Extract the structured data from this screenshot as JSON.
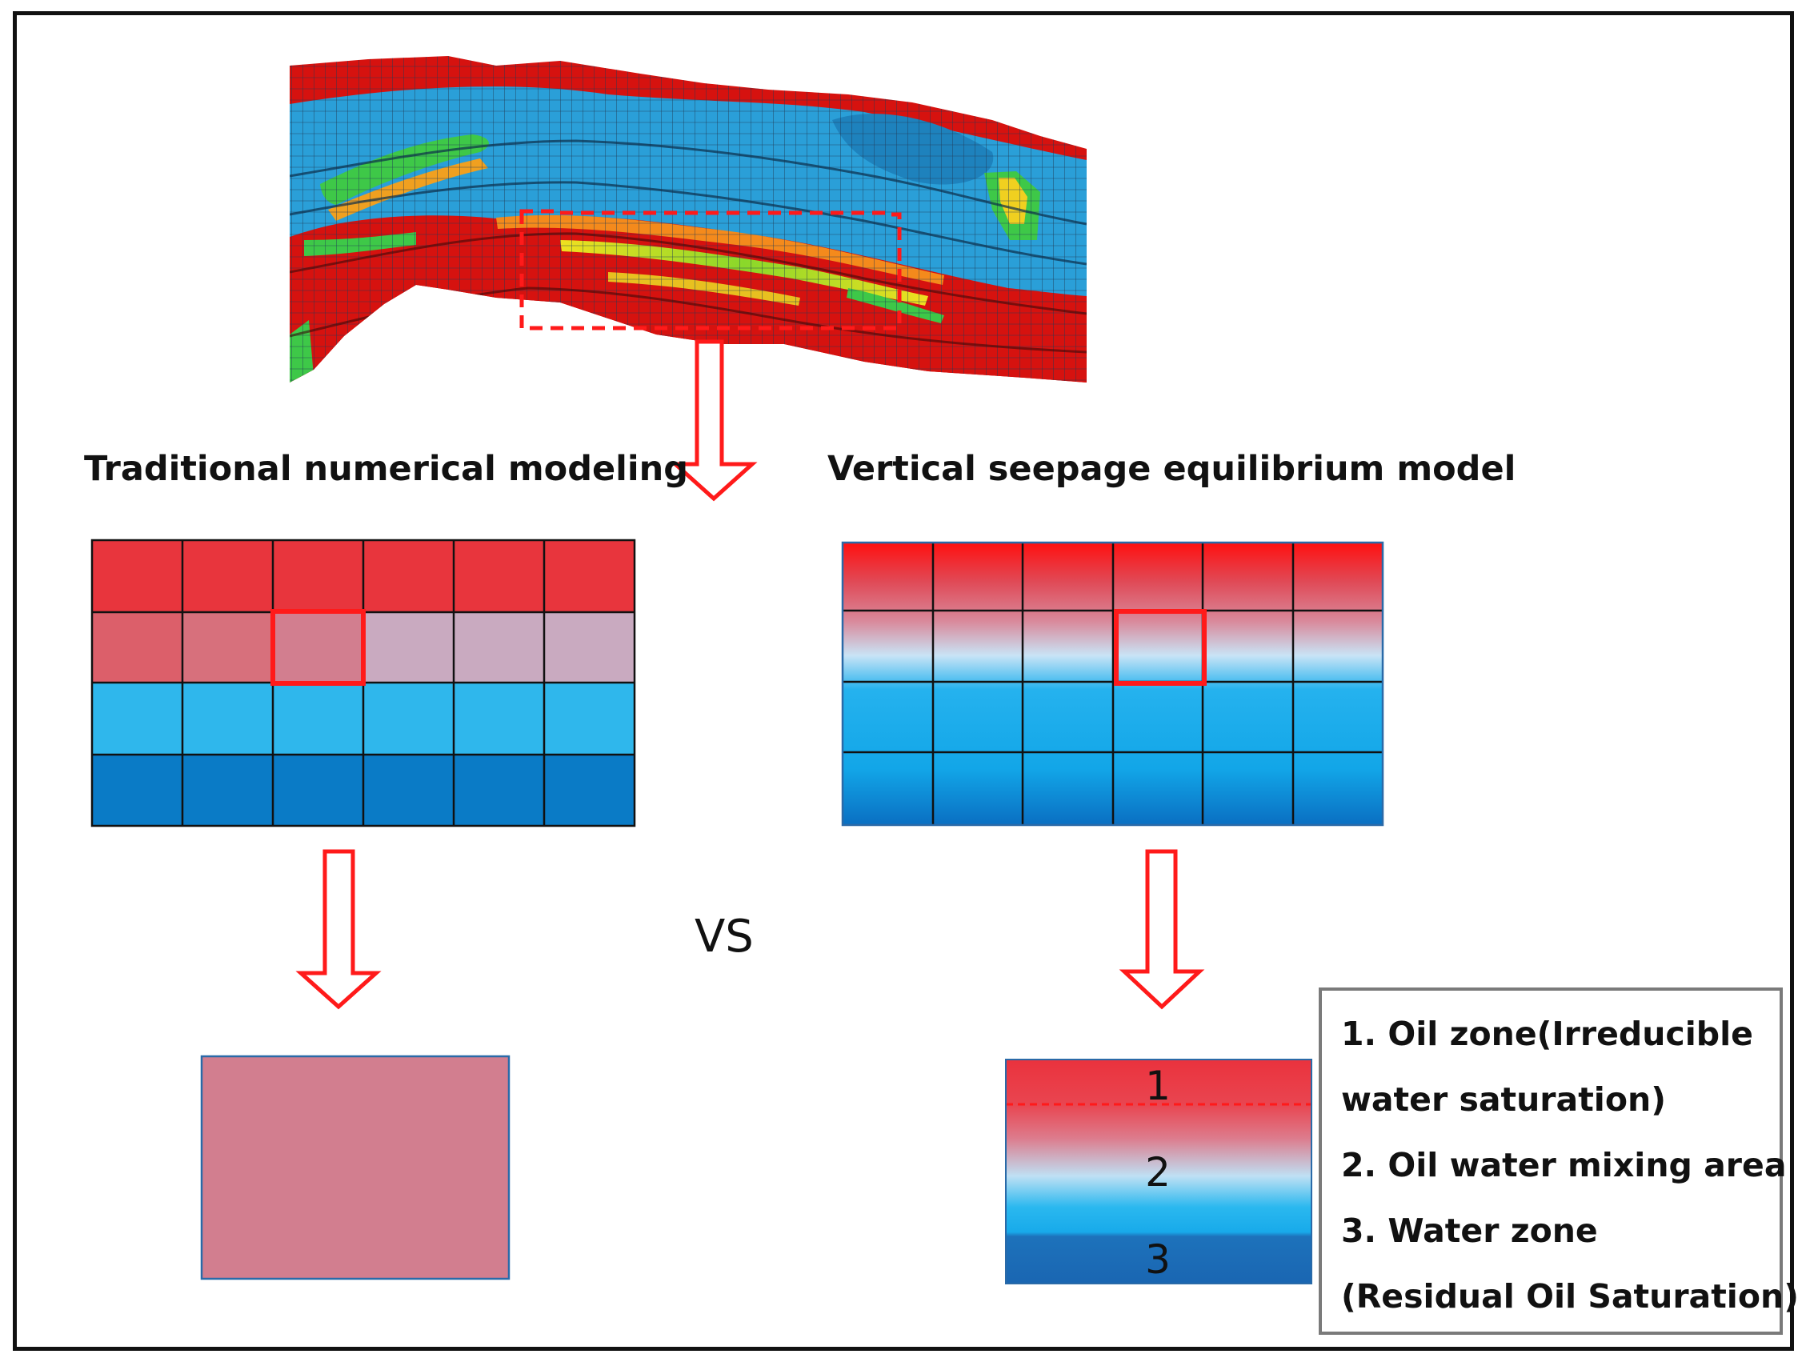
{
  "titles": {
    "left": "Traditional numerical modeling",
    "right": "Vertical seepage equilibrium model",
    "versus": "VS"
  },
  "zone_labels": [
    "1",
    "2",
    "3"
  ],
  "legend": {
    "lines": [
      "1. Oil zone(Irreducible",
      "water saturation)",
      "2. Oil water mixing area",
      "3. Water zone",
      "(Residual Oil Saturation)"
    ]
  },
  "colors": {
    "accent_red": "#ff1a1a",
    "oil_red": "#e8353d",
    "mixed_pink": "#d27e8f",
    "light_mauve": "#c9aac0",
    "water_light": "#2fb7ec",
    "water_dark": "#0a7bc6",
    "reservoir_blue": "#2a9fd8",
    "reservoir_green": "#3ec848"
  }
}
